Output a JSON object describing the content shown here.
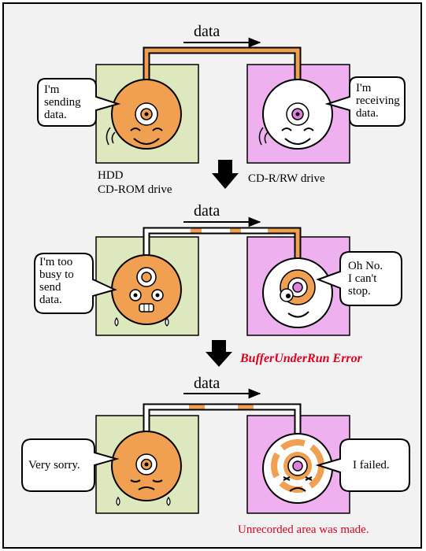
{
  "colors": {
    "background": "#f2f2f2",
    "frame": "#000000",
    "sender_panel": "#dde8be",
    "receiver_panel": "#eeb0ee",
    "disc_orange": "#f0a050",
    "cable_orange": "#f0a050",
    "error_red": "#e00020"
  },
  "diagram": {
    "data_label": "data",
    "drive_labels": {
      "sender_line1": "HDD",
      "sender_line2": "CD-ROM drive",
      "receiver": "CD-R/RW drive"
    },
    "error_label": "BufferUnderRun Error",
    "footer_note": "Unrecorded area was made.",
    "bubbles": {
      "s1_sender": [
        "I'm",
        "sending",
        "data."
      ],
      "s1_receiver": [
        "I'm",
        "receiving",
        "data."
      ],
      "s2_sender": [
        "I'm too",
        "busy to",
        "send",
        "data."
      ],
      "s2_receiver": [
        "Oh No.",
        "I can't",
        "stop."
      ],
      "s3_sender": [
        "Very sorry."
      ],
      "s3_receiver": [
        "I failed."
      ]
    }
  }
}
